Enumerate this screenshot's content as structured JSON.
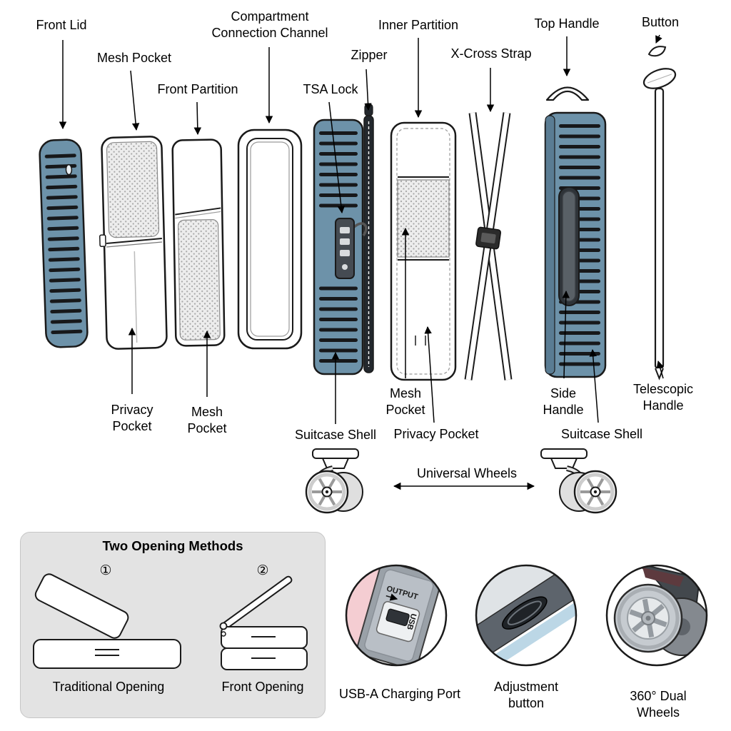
{
  "exploded": {
    "front_lid": "Front Lid",
    "mesh_pocket_top": "Mesh Pocket",
    "front_partition": "Front Partition",
    "compartment_connection_channel": "Compartment\nConnection Channel",
    "zipper": "Zipper",
    "tsa_lock": "TSA Lock",
    "inner_partition": "Inner Partition",
    "x_cross_strap": "X-Cross Strap",
    "top_handle": "Top Handle",
    "button": "Button",
    "privacy_pocket_left": "Privacy\nPocket",
    "mesh_pocket_left": "Mesh\nPocket",
    "suitcase_shell_front": "Suitcase Shell",
    "mesh_pocket_right": "Mesh\nPocket",
    "privacy_pocket_right": "Privacy Pocket",
    "side_handle": "Side\nHandle",
    "telescopic_handle": "Telescopic\nHandle",
    "suitcase_shell_back": "Suitcase Shell",
    "universal_wheels": "Universal Wheels"
  },
  "opening": {
    "title": "Two Opening Methods",
    "num1": "①",
    "num2": "②",
    "method1": "Traditional Opening",
    "method2": "Front Opening"
  },
  "callouts": {
    "usb_label": "USB-A Charging Port",
    "usb_output": "OUTPUT",
    "usb_port": "USB",
    "adjustment_label": "Adjustment\nbutton",
    "wheels_label": "360° Dual Wheels"
  },
  "colors": {
    "suitcase_blue": "#6d92a9",
    "panel_gray": "#e3e3e3",
    "accent_pink": "#f4cdd2",
    "accent_light_blue": "#bcd7e6"
  }
}
